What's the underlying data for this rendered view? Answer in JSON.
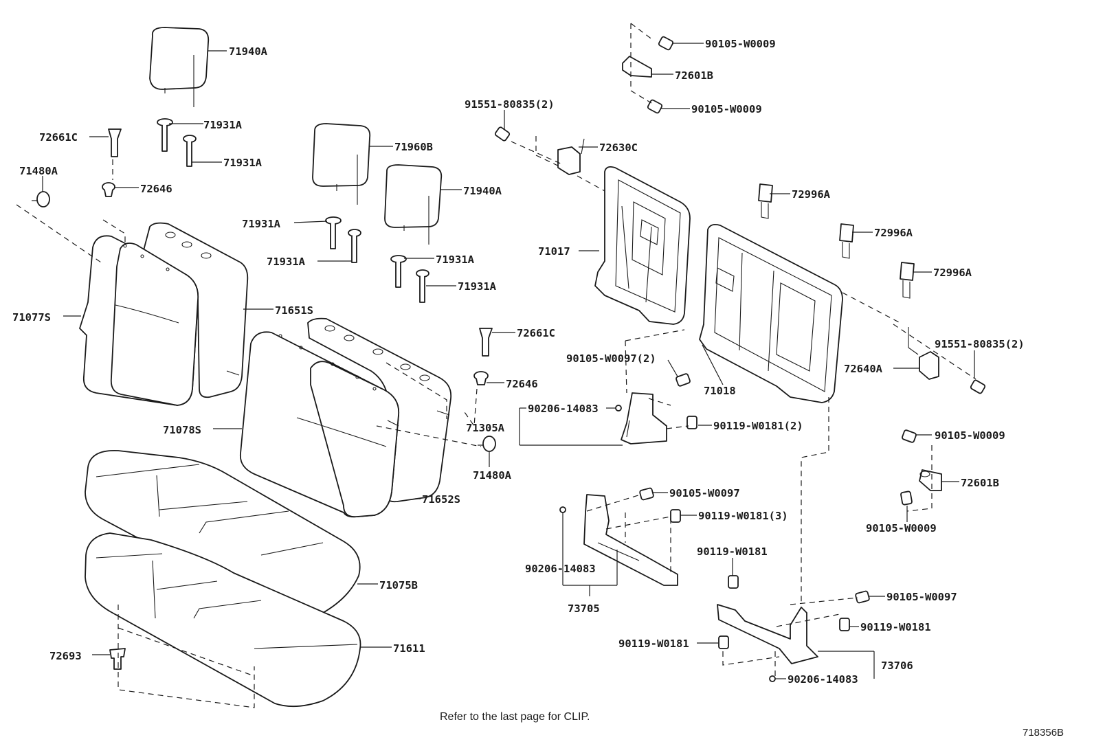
{
  "labels": {
    "headrest_left": "71940A",
    "guide_a1": "71931A",
    "guide_a2": "71931A",
    "knob_left": "72661C",
    "cover_left_top": "72646",
    "cap_left": "71480A",
    "headrest_mid": "71960B",
    "headrest_right": "71940A",
    "guide_b1": "71931A",
    "guide_b2": "71931A",
    "guide_c1": "71931A",
    "guide_c2": "71931A",
    "back_left": "71077S",
    "back_left_cover": "71651S",
    "back_right": "71078S",
    "knob_right": "72661C",
    "cover_right": "72646",
    "hinge_sub": "71305A",
    "cap_right": "71480A",
    "back_right_cover": "71652S",
    "cushion": "71075B",
    "cushion_cover": "71611",
    "clip_bottom": "72693",
    "bolt_top1": "90105-W0009",
    "bracket_top": "72601B",
    "bolt_top2": "90105-W0009",
    "bolt_91551_left": "91551-80835(2)",
    "lock_left": "72630C",
    "frame_left": "71017",
    "frame_right": "71018",
    "holder_1": "72996A",
    "holder_2": "72996A",
    "holder_3": "72996A",
    "bolt_91551_right": "91551-80835(2)",
    "lock_right": "72640A",
    "bolt_w0097_2": "90105-W0097(2)",
    "washer_1": "90206-14083",
    "bolt_w0181_2": "90119-W0181(2)",
    "bolt_right1": "90105-W0009",
    "bracket_right": "72601B",
    "bolt_right2": "90105-W0009",
    "bolt_w0097_a": "90105-W0097",
    "bolt_w0181_3": "90119-W0181(3)",
    "washer_2": "90206-14083",
    "hinge_73705": "73705",
    "bolt_w0181_b": "90119-W0181",
    "bolt_w0097_c": "90105-W0097",
    "bolt_w0181_c": "90119-W0181",
    "bolt_w0181_d": "90119-W0181",
    "hinge_73706": "73706",
    "washer_3": "90206-14083"
  },
  "note": "Refer to the last page for CLIP.",
  "figure_id": "718356B"
}
